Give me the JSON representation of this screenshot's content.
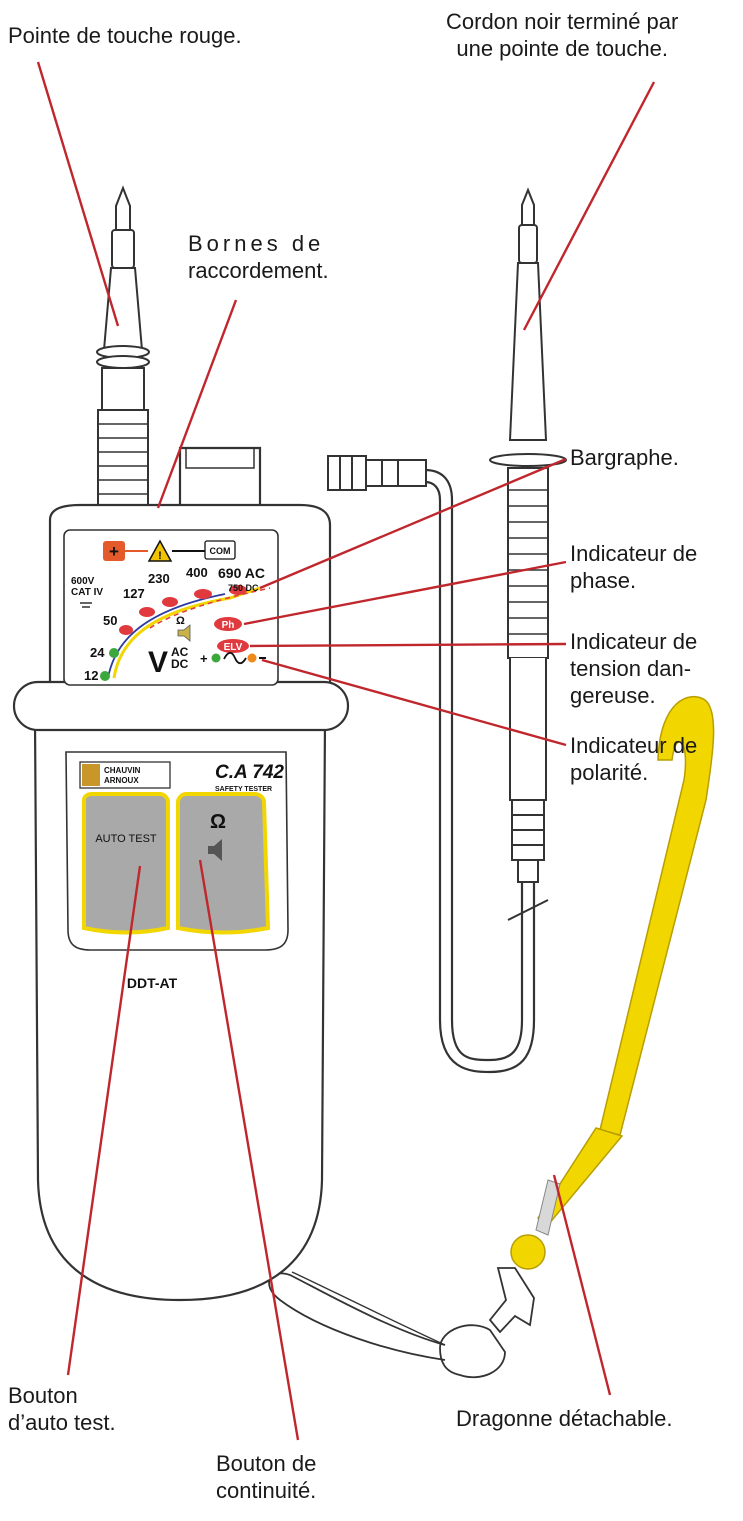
{
  "callouts": {
    "red_probe": [
      "Pointe de touche rouge."
    ],
    "black_lead": [
      "Cordon noir terminé par",
      "une pointe de touche."
    ],
    "terminals": [
      "Bornes de",
      "raccordement."
    ],
    "bargraph": [
      "Bargraphe."
    ],
    "phase": [
      "Indicateur de",
      "phase."
    ],
    "dangerous_voltage": [
      "Indicateur de",
      "tension dan-",
      "gereuse."
    ],
    "polarity": [
      "Indicateur de",
      "polarité."
    ],
    "auto_test_button": [
      "Bouton",
      "d’auto test."
    ],
    "continuity_button": [
      "Bouton de",
      "continuité."
    ],
    "strap": [
      "Dragonne détachable."
    ]
  },
  "device": {
    "brand_line1": "CHAUVIN",
    "brand_line2": "ARNOUX",
    "model": "C.A 742",
    "model_sub": "SAFETY TESTER",
    "rating_1": "600V",
    "rating_2": "CAT IV",
    "top_badge": "COM",
    "scale": [
      "12",
      "24",
      "50",
      "127",
      "230",
      "400",
      "690 AC"
    ],
    "scale_dc": "750 DC",
    "unit_v": "V",
    "unit_ac": "AC",
    "unit_dc": "DC",
    "phase_label": "Ph",
    "elv_label": "ELV",
    "ohm": "Ω",
    "auto_test": "AUTO TEST",
    "ohm_button": "Ω",
    "bottom_text": "DDT-AT"
  },
  "colors": {
    "callout_line": "#c0272d",
    "indicator_red": "#e03a3e",
    "indicator_green": "#3aa83a",
    "indicator_orange": "#f08a1c",
    "strap_yellow": "#f2d600",
    "button_grey": "#a9a9a9"
  }
}
